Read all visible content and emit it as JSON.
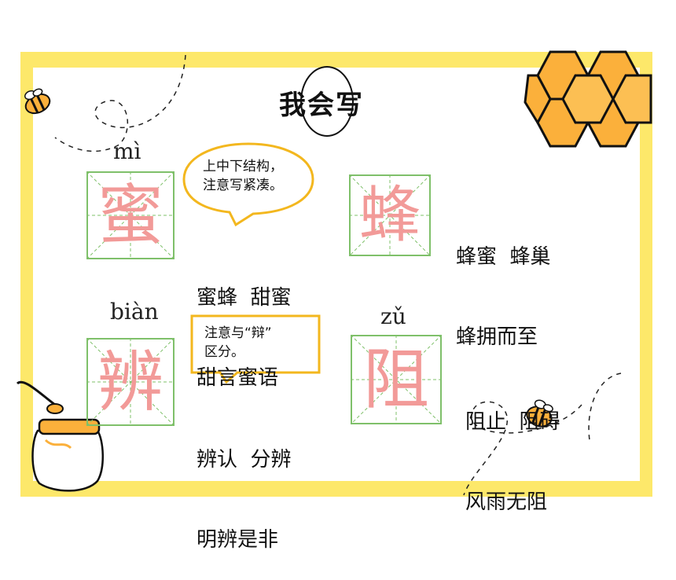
{
  "title": "我会写",
  "cards": [
    {
      "pinyin": "mì",
      "character": "蜜",
      "words_line1": "蜜蜂  甜蜜",
      "words_line2": "甜言蜜语",
      "note_line1": "上中下结构，",
      "note_line2": "注意写紧凑。"
    },
    {
      "pinyin": "",
      "character": "蜂",
      "words_line1": "蜂蜜  蜂巢",
      "words_line2": "蜂拥而至"
    },
    {
      "pinyin": "biàn",
      "character": "辨",
      "words_line1": "辨认  分辨",
      "words_line2": "明辨是非",
      "note_line1": "注意与“辩”",
      "note_line2": "区分。"
    },
    {
      "pinyin": "zǔ",
      "character": "阻",
      "words_line1": "阻止  阻碍",
      "words_line2": "风雨无阻"
    }
  ],
  "colors": {
    "frame": "#fde86a",
    "grid_line": "#7fc06a",
    "character": "#f29a98",
    "honeycomb": "#fbb03b",
    "bubble_border": "#f3b71e"
  },
  "icons": [
    "bee-icon",
    "honeycomb-icon",
    "honey-jar-icon"
  ]
}
